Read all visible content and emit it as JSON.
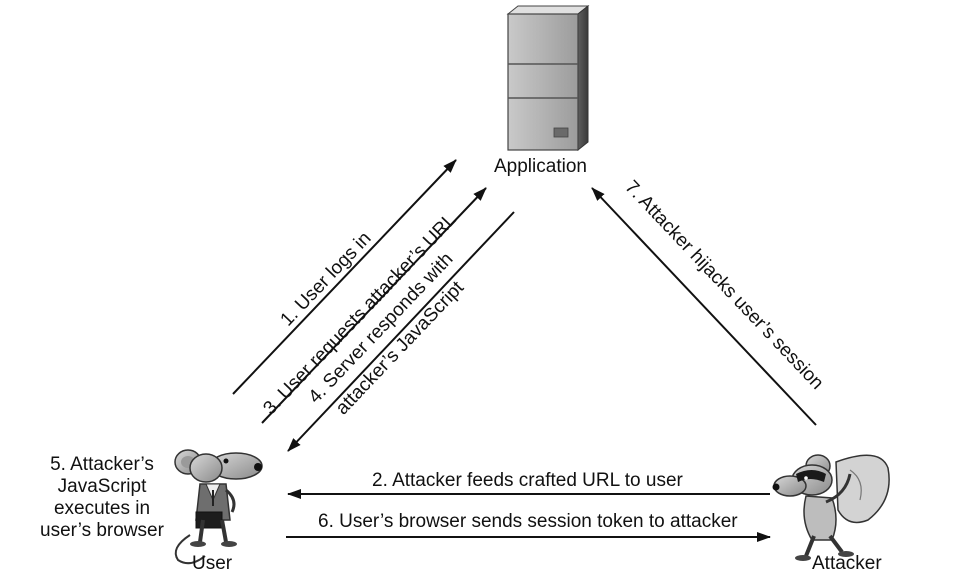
{
  "nodes": {
    "application": {
      "label": "Application"
    },
    "user": {
      "label": "User"
    },
    "attacker": {
      "label": "Attacker"
    }
  },
  "steps": {
    "s1": "1. User logs in",
    "s2": "2. Attacker feeds crafted URL to user",
    "s3": "3. User requests attacker’s URL",
    "s4_line1": "4. Server responds with",
    "s4_line2": "attacker’s JavaScript",
    "s5_line1": "5. Attacker’s",
    "s5_line2": "JavaScript",
    "s5_line3": "executes in",
    "s5_line4": "user’s browser",
    "s6": "6. User’s browser sends session token to attacker",
    "s7": "7. Attacker hijacks user’s session"
  },
  "icons": {
    "server": "server-icon",
    "user": "mouse-user-icon",
    "attacker": "masked-mouse-attacker-icon"
  }
}
